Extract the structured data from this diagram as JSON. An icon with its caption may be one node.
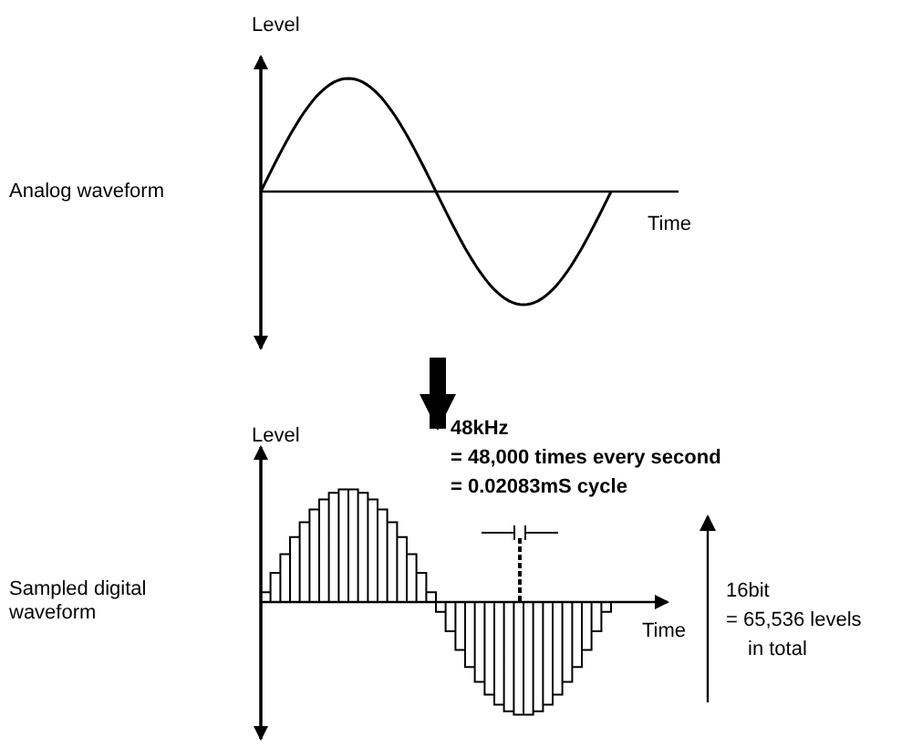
{
  "diagram": {
    "nodes": [
      {
        "text": [
          "Analog waveform"
        ]
      },
      {
        "text": [
          "Sampled digital waveform"
        ]
      }
    ],
    "edges": [
      {
        "from": 0,
        "to": 1,
        "arrow": "to"
      }
    ],
    "labels": [
      "Level",
      "Time",
      "48kHz",
      "= 48,000 times every second",
      "= 0.02083mS cycle",
      "Level",
      "Time",
      "16bit",
      "= 65,536 levels",
      "in total"
    ]
  }
}
